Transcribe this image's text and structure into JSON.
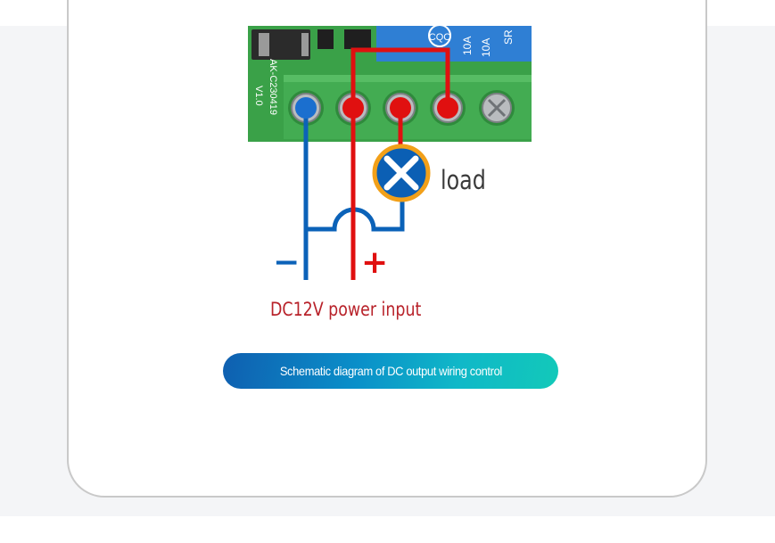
{
  "board": {
    "model_text": "AK-C230419",
    "version_text": "V1.0",
    "relay_text_1": "10A",
    "relay_text_2": "10A",
    "relay_text_3": "SR",
    "relay_text_4": "CQC"
  },
  "labels": {
    "load": "load",
    "minus": "−",
    "plus": "+",
    "power_input": "DC12V power input"
  },
  "caption": "Schematic diagram of DC output wiring control",
  "colors": {
    "wire_positive": "#e01010",
    "wire_negative": "#0b62b8",
    "board_green": "#3aa148",
    "terminal_green": "#43ac52",
    "load_ring": "#f2a019",
    "load_fill": "#0b5fb4",
    "relay_blue": "#2f7fd4",
    "power_label": "#b8222a",
    "load_label": "#3a3a3a"
  },
  "icons": {
    "load": "lamp-x-icon",
    "terminal": "screw-terminal-icon"
  }
}
